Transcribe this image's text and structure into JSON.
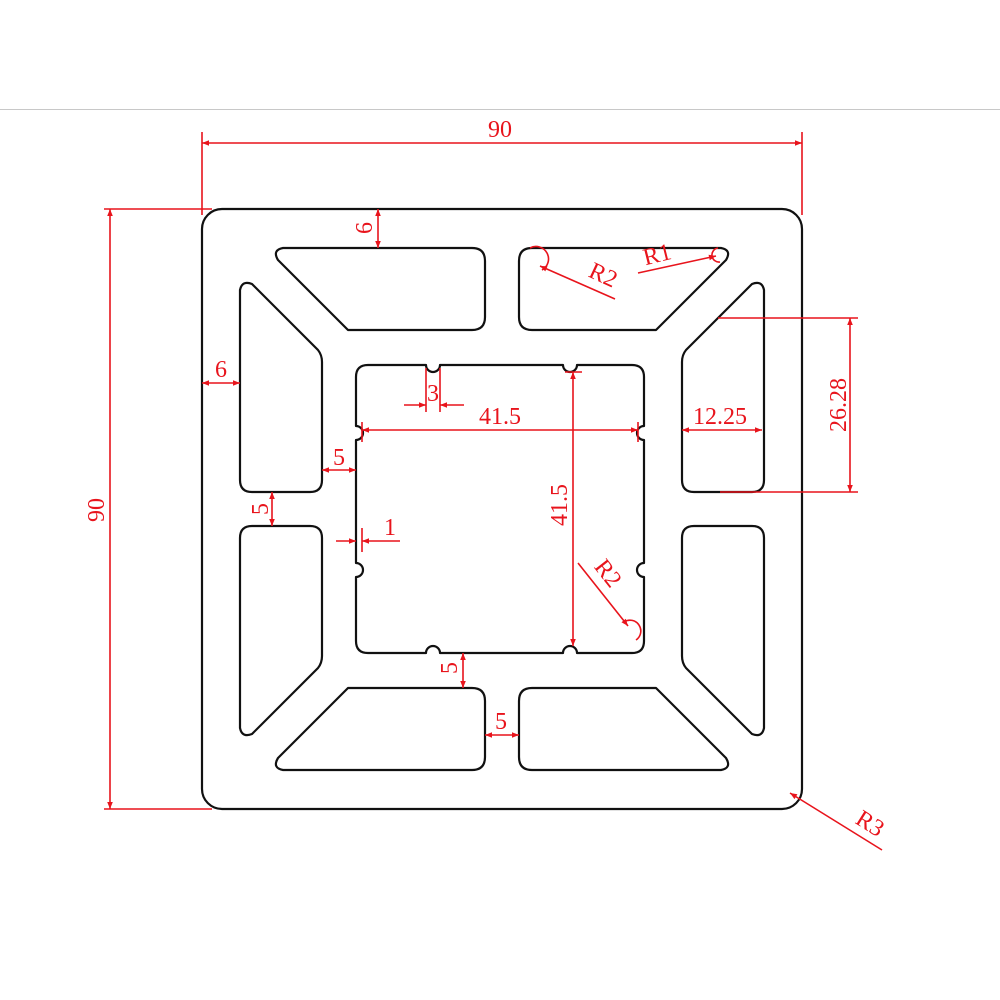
{
  "drawing": {
    "line_color": "#111111",
    "dimension_color": "#e8141c",
    "dimensions": {
      "overall_width": "90",
      "overall_height": "90",
      "top_wall": "6",
      "side_wall": "6",
      "notch_width": "3",
      "inner_width": "41.5",
      "inner_height": "41.5",
      "slot_width": "12.25",
      "slot_height": "26.28",
      "web_left": "5",
      "web_vertical": "5",
      "notch_depth": "1",
      "web_bottom": "5",
      "web_bottom_horizontal": "5",
      "radius_outer": "R3",
      "radius_inner": "R2",
      "radius_slot": "R2",
      "radius_small": "R1"
    }
  }
}
